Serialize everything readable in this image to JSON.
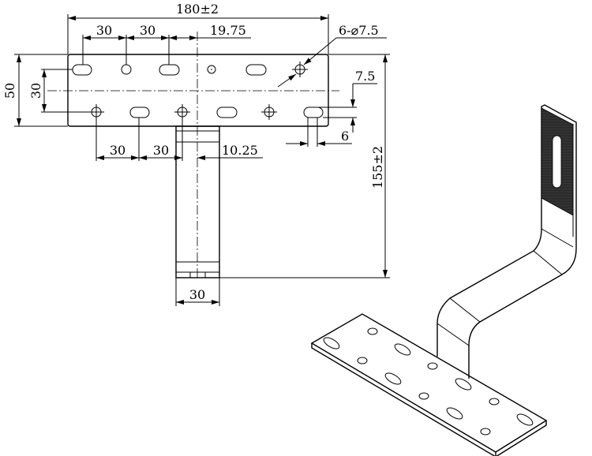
{
  "title": "Roof hook bracket drawing",
  "dimensions": {
    "overall_length": "180±2",
    "top_pitch_1": "30",
    "top_pitch_2": "30",
    "top_offset": "19.75",
    "hole_callout": "6-⌀7.5",
    "plate_width": "50",
    "row_spacing": "30",
    "edge_offset": "7.5",
    "slot_width": "6",
    "bottom_pitch_1": "30",
    "bottom_pitch_2": "30",
    "bottom_offset": "10.25",
    "overall_height": "155±2",
    "stem_width": "30"
  }
}
